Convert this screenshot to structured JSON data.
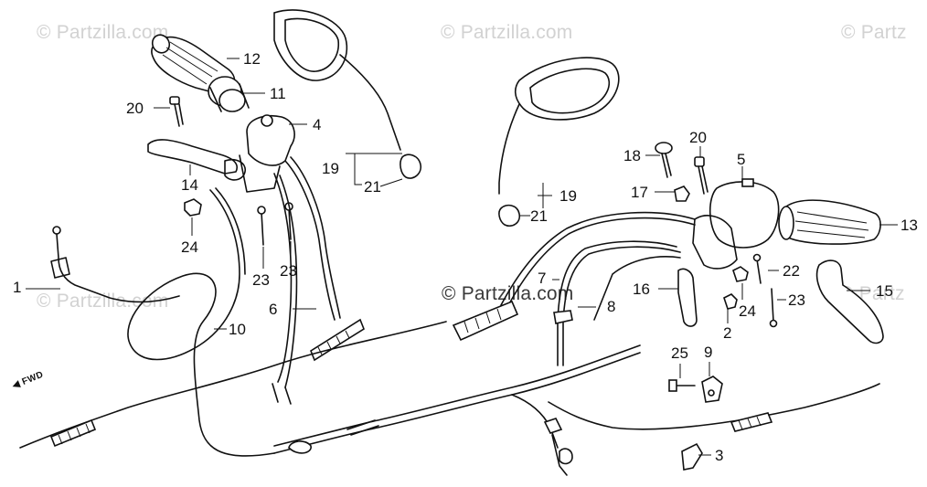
{
  "watermark": {
    "text": "© Partzilla.com",
    "text_center": "© Partzilla.com",
    "text_right_partial": "© Partz"
  },
  "direction_label": "FWD",
  "callouts": {
    "c1": "1",
    "c2": "2",
    "c3": "3",
    "c4": "4",
    "c5": "5",
    "c6": "6",
    "c7": "7",
    "c8": "8",
    "c9": "9",
    "c10": "10",
    "c11": "11",
    "c12": "12",
    "c13": "13",
    "c14": "14",
    "c15": "15",
    "c16": "16",
    "c17": "17",
    "c18": "18",
    "c19a": "19",
    "c19b": "19",
    "c20a": "20",
    "c20b": "20",
    "c21a": "21",
    "c21b": "21",
    "c22": "22",
    "c23a": "23",
    "c23b": "23",
    "c23c": "23",
    "c24a": "24",
    "c24b": "24",
    "c25": "25"
  }
}
